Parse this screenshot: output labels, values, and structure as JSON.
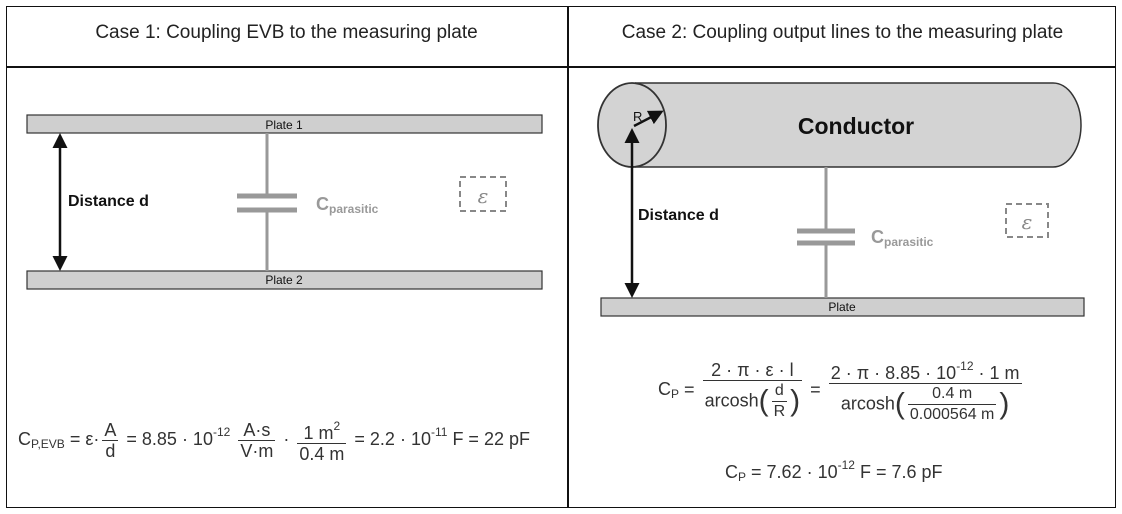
{
  "case1": {
    "title": "Case 1: Coupling EVB to the measuring plate",
    "plate_top": "Plate 1",
    "plate_bottom": "Plate 2",
    "distance_label": "Distance d",
    "cap_label_main": "C",
    "cap_label_sub": "parasitic",
    "epsilon_symbol": "ε",
    "formula": {
      "lhs": "C",
      "lhs_sub": "P,EVB",
      "eq1": "= ε·",
      "frac1_num": "A",
      "frac1_den": "d",
      "eq2": "= 8.85 · 10",
      "exp1": "-12",
      "frac2_num": "A·s",
      "frac2_den": "V·m",
      "dot": "·",
      "frac3_num": "1 m",
      "frac3_num_exp": "2",
      "frac3_den": "0.4 m",
      "eq3": "= 2.2 · 10",
      "exp2": "-11",
      "result": "F = 22 pF"
    }
  },
  "case2": {
    "title": "Case 2: Coupling output lines to the measuring plate",
    "conductor_label": "Conductor",
    "radius_label": "R",
    "plate_label": "Plate",
    "distance_label": "Distance d",
    "cap_label_main": "C",
    "cap_label_sub": "parasitic",
    "epsilon_symbol": "ε",
    "formula": {
      "lhs": "C",
      "lhs_sub": "P",
      "eq": "=",
      "frac1_num": "2 · π · ε · l",
      "frac1_den_fn": "arcosh",
      "frac1_den_num": "d",
      "frac1_den_den": "R",
      "eq2": "=",
      "frac2_num_a": "2 · π · 8.85 · 10",
      "frac2_num_exp": "-12",
      "frac2_num_b": " · 1 m",
      "frac2_den_fn": "arcosh",
      "frac2_den_num": "0.4 m",
      "frac2_den_den": "0.000564 m",
      "result_lhs": "C",
      "result_lhs_sub": "P",
      "result_a": "= 7.62 · 10",
      "result_exp": "-12",
      "result_b": "F = 7.6 pF"
    }
  }
}
